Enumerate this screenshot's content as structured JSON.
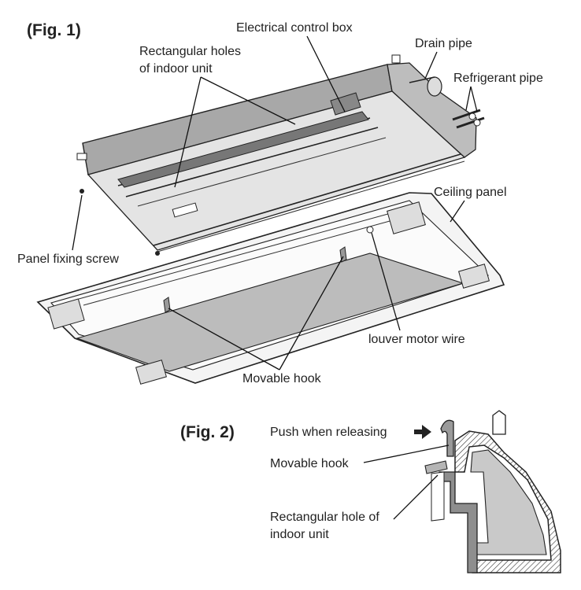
{
  "fig1": {
    "title": "(Fig. 1)",
    "labels": {
      "electrical_control_box": "Electrical control box",
      "rect_holes_line1": "Rectangular holes",
      "rect_holes_line2": "of indoor unit",
      "drain_pipe": "Drain pipe",
      "refrigerant_pipe": "Refrigerant pipe",
      "ceiling_panel": "Ceiling panel",
      "panel_fixing_screw": "Panel fixing screw",
      "louver_motor_wire": "louver motor wire",
      "movable_hook": "Movable hook"
    }
  },
  "fig2": {
    "title": "(Fig. 2)",
    "labels": {
      "push_when_releasing": "Push when releasing",
      "movable_hook": "Movable hook",
      "rect_hole_line1": "Rectangular hole of",
      "rect_hole_line2": "indoor unit"
    }
  },
  "colors": {
    "panel_gray": "#c9c9c9",
    "body_gray": "#b5b5b5",
    "dark": "#222222"
  }
}
